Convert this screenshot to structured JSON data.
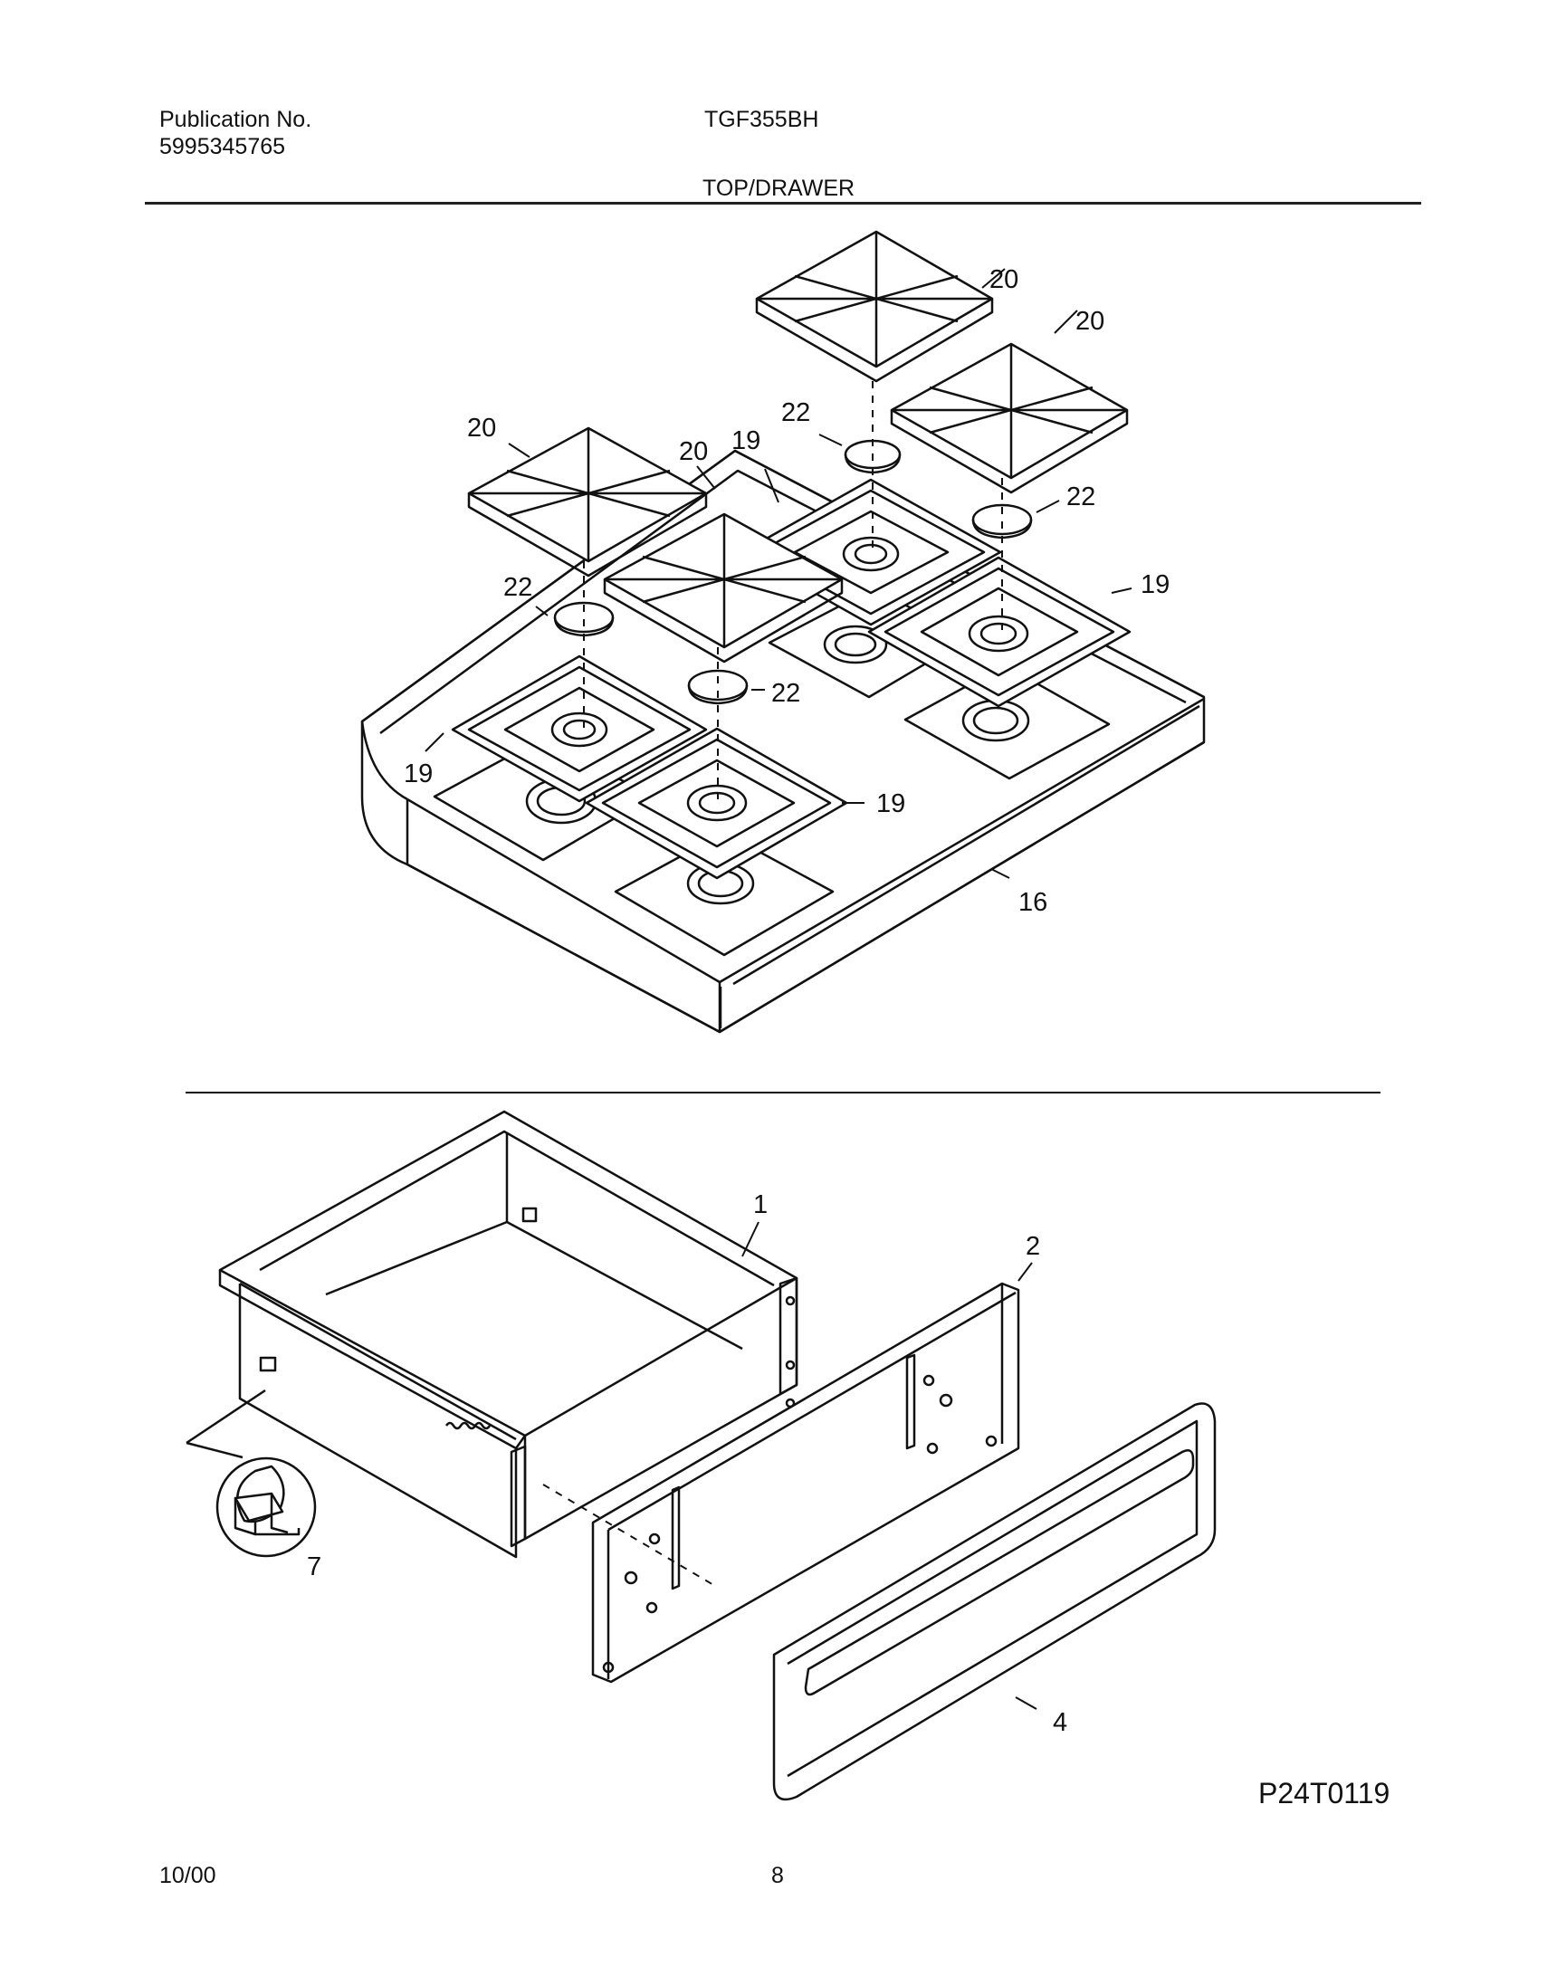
{
  "header": {
    "publication_label": "Publication No.",
    "publication_number": "5995345765",
    "model": "TGF355BH",
    "section_title": "TOP/DRAWER"
  },
  "callouts": {
    "grate_1": "20",
    "grate_2": "20",
    "grate_3": "20",
    "grate_4": "20",
    "cap_1": "22",
    "cap_2": "22",
    "cap_3": "22",
    "cap_4": "22",
    "pan_1": "19",
    "pan_2": "19",
    "pan_3": "19",
    "pan_4": "19",
    "cooktop": "16",
    "drawer_body": "1",
    "drawer_panel": "2",
    "drawer_front": "4",
    "glide": "7"
  },
  "illustration_code": "P24T0119",
  "footer": {
    "date": "10/00",
    "page_number": "8"
  }
}
